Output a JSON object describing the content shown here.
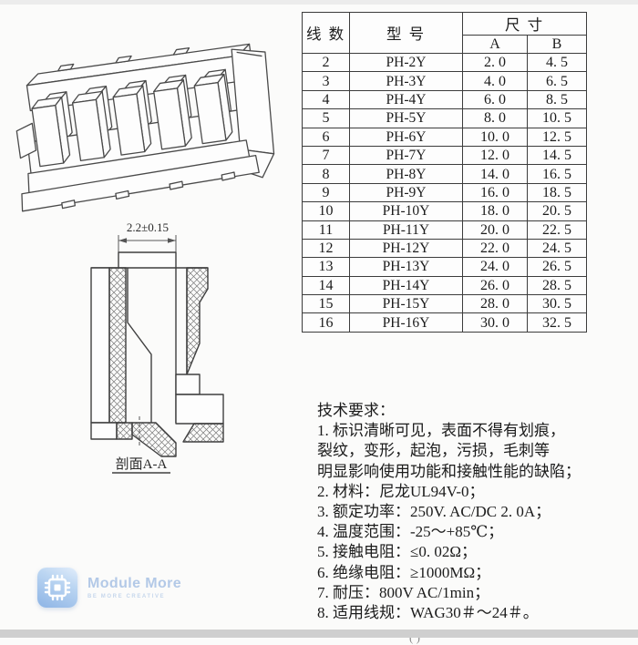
{
  "page": {
    "background": "#fbfbfa",
    "line_color": "#3c3c3c"
  },
  "table": {
    "headers": {
      "wires": "线 数",
      "model": "型  号",
      "size": "尺  寸",
      "sub_a": "A",
      "sub_b": "B"
    },
    "rows": [
      {
        "wires": "2",
        "model": "PH-2Y",
        "a": "2. 0",
        "b": "4. 5"
      },
      {
        "wires": "3",
        "model": "PH-3Y",
        "a": "4. 0",
        "b": "6. 5"
      },
      {
        "wires": "4",
        "model": "PH-4Y",
        "a": "6. 0",
        "b": "8. 5"
      },
      {
        "wires": "5",
        "model": "PH-5Y",
        "a": "8. 0",
        "b": "10. 5"
      },
      {
        "wires": "6",
        "model": "PH-6Y",
        "a": "10. 0",
        "b": "12. 5"
      },
      {
        "wires": "7",
        "model": "PH-7Y",
        "a": "12. 0",
        "b": "14. 5"
      },
      {
        "wires": "8",
        "model": "PH-8Y",
        "a": "14. 0",
        "b": "16. 5"
      },
      {
        "wires": "9",
        "model": "PH-9Y",
        "a": "16. 0",
        "b": "18. 5"
      },
      {
        "wires": "10",
        "model": "PH-10Y",
        "a": "18. 0",
        "b": "20. 5"
      },
      {
        "wires": "11",
        "model": "PH-11Y",
        "a": "20. 0",
        "b": "22. 5"
      },
      {
        "wires": "12",
        "model": "PH-12Y",
        "a": "22. 0",
        "b": "24. 5"
      },
      {
        "wires": "13",
        "model": "PH-13Y",
        "a": "24. 0",
        "b": "26. 5"
      },
      {
        "wires": "14",
        "model": "PH-14Y",
        "a": "26. 0",
        "b": "28. 5"
      },
      {
        "wires": "15",
        "model": "PH-15Y",
        "a": "28. 0",
        "b": "30. 5"
      },
      {
        "wires": "16",
        "model": "PH-16Y",
        "a": "30. 0",
        "b": "32. 5"
      }
    ]
  },
  "section_view": {
    "dimension": "2.2±0.15",
    "label": "剖面A-A"
  },
  "tech_requirements": {
    "title": "技术要求：",
    "lines": [
      "1. 标识清晰可见，表面不得有划痕，",
      "裂纹，变形，起泡，污损，毛刺等",
      "明显影响使用功能和接触性能的缺陷；",
      "2. 材料：尼龙UL94V-0；",
      "3. 额定功率：250V. AC/DC  2. 0A；",
      "4. 温度范围：-25～+85℃；",
      "5. 接触电阻：≤0. 02Ω；",
      "6. 绝缘电阻：≥1000MΩ；",
      "7. 耐压：800V AC/1min；",
      "8. 适用线规：WAG30＃～24＃。"
    ]
  },
  "watermark": {
    "name": "Module More",
    "tagline": "BE MORE CREATIVE",
    "icon": "chip-icon",
    "icon_color": "#8db4e5",
    "text_color": "#b3c9e7"
  },
  "cropped_fragment": "( )"
}
